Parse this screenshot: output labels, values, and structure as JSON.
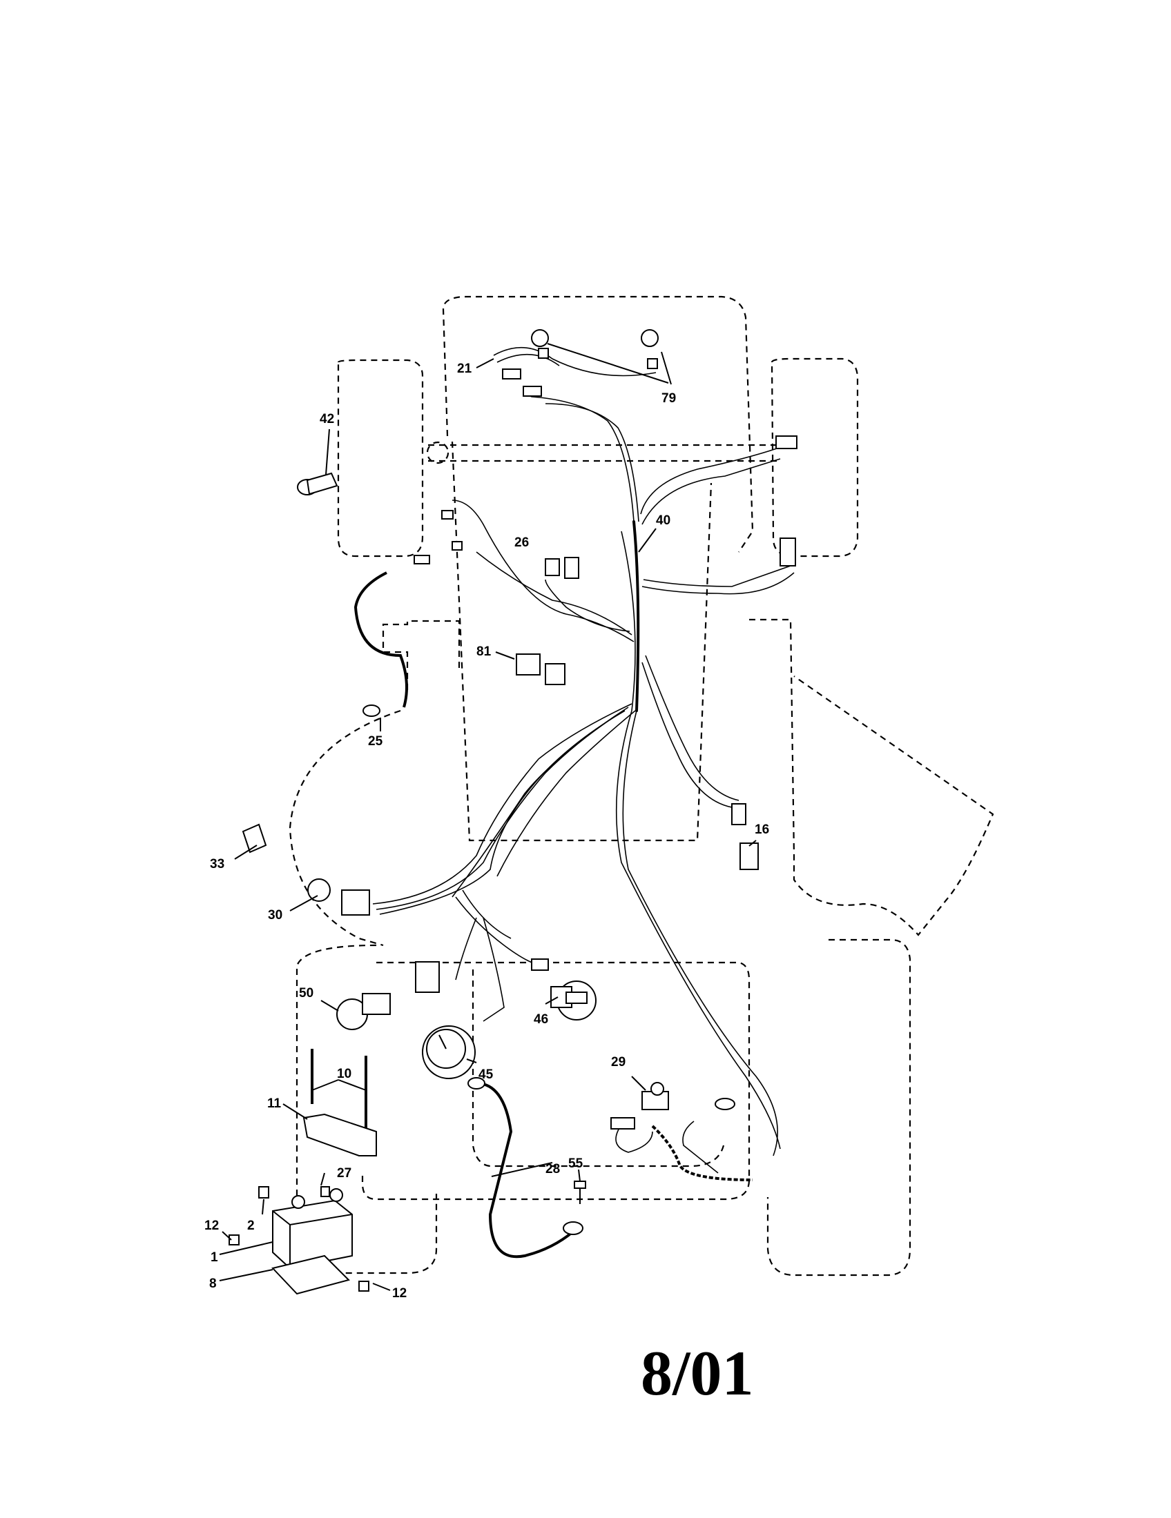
{
  "callouts": {
    "c1": "1",
    "c2": "2",
    "c8": "8",
    "c10": "10",
    "c11": "11",
    "c12a": "12",
    "c12b": "12",
    "c16": "16",
    "c21": "21",
    "c25": "25",
    "c26": "26",
    "c27": "27",
    "c28": "28",
    "c29": "29",
    "c30": "30",
    "c33": "33",
    "c40": "40",
    "c42": "42",
    "c45": "45",
    "c46": "46",
    "c50": "50",
    "c55": "55",
    "c79": "79",
    "c81": "81"
  },
  "date_stamp": "8/01"
}
